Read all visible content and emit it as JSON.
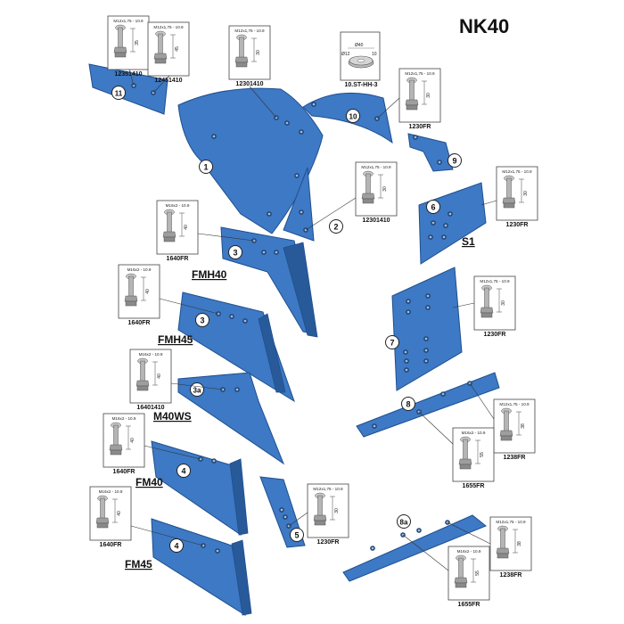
{
  "title": "NK40",
  "colors": {
    "part": "#3D79C4",
    "part_edge": "#1F4F8F",
    "part_dark": "#285A9A",
    "bolt": "#9a9a9a",
    "line": "#333333"
  },
  "parts": [
    {
      "id": "p1",
      "label": "1"
    },
    {
      "id": "p2",
      "label": "2"
    },
    {
      "id": "p3a",
      "label": "3",
      "variant": "FMH40"
    },
    {
      "id": "p3b",
      "label": "3",
      "variant": "FMH45"
    },
    {
      "id": "p3c",
      "label": "3a",
      "variant": "M40WS"
    },
    {
      "id": "p4a",
      "label": "4",
      "variant": "FM40"
    },
    {
      "id": "p4b",
      "label": "4",
      "variant": "FM45"
    },
    {
      "id": "p5",
      "label": "5"
    },
    {
      "id": "p6",
      "label": "6",
      "variant": "S1"
    },
    {
      "id": "p7",
      "label": "7"
    },
    {
      "id": "p8",
      "label": "8"
    },
    {
      "id": "p8a",
      "label": "8a"
    },
    {
      "id": "p9",
      "label": "9"
    },
    {
      "id": "p10",
      "label": "10"
    },
    {
      "id": "p11",
      "label": "11"
    }
  ],
  "bolts": [
    {
      "id": "b1",
      "spec": "M12x1,75 - 10.9",
      "dim": "35",
      "code": "12351410"
    },
    {
      "id": "b2",
      "spec": "M12x1,75 - 10.9",
      "dim": "45",
      "code": "12451410"
    },
    {
      "id": "b3",
      "spec": "M12x1,75 - 10.9",
      "dim": "30",
      "code": "12301410"
    },
    {
      "id": "b4",
      "spec": "M12x1,75 - 10.9",
      "dim": "30",
      "code": "1230FR"
    },
    {
      "id": "b5",
      "spec": "M12x1,75 - 10.9",
      "dim": "30",
      "code": "12301410"
    },
    {
      "id": "b6",
      "spec": "M12x1,75 - 10.9",
      "dim": "30",
      "code": "1230FR"
    },
    {
      "id": "b7",
      "spec": "M16x2 - 10.9",
      "dim": "40",
      "code": "1640FR"
    },
    {
      "id": "b8",
      "spec": "M16x2 - 10.9",
      "dim": "40",
      "code": "1640FR"
    },
    {
      "id": "b9",
      "spec": "M12x1,75 - 10.9",
      "dim": "30",
      "code": "1230FR"
    },
    {
      "id": "b10",
      "spec": "M16x2 - 10.9",
      "dim": "40",
      "code": "16401410"
    },
    {
      "id": "b11",
      "spec": "M12x1,75 - 10.9",
      "dim": "38",
      "code": "1238FR"
    },
    {
      "id": "b12",
      "spec": "M16x2 - 10.9",
      "dim": "55",
      "code": "1655FR"
    },
    {
      "id": "b13",
      "spec": "M16x2 - 10.9",
      "dim": "40",
      "code": "1640FR"
    },
    {
      "id": "b14",
      "spec": "M12x1,75 - 10.9",
      "dim": "30",
      "code": "1230FR"
    },
    {
      "id": "b15",
      "spec": "M16x2 - 10.9",
      "dim": "40",
      "code": "1640FR"
    },
    {
      "id": "b16",
      "spec": "M12x1,75 - 10.9",
      "dim": "38",
      "code": "1238FR"
    },
    {
      "id": "b17",
      "spec": "M16x2 - 10.9",
      "dim": "55",
      "code": "1655FR"
    }
  ],
  "washer": {
    "code": "10.ST-HH-3",
    "outer": "Ø40",
    "inner": "Ø12",
    "height": "10"
  }
}
